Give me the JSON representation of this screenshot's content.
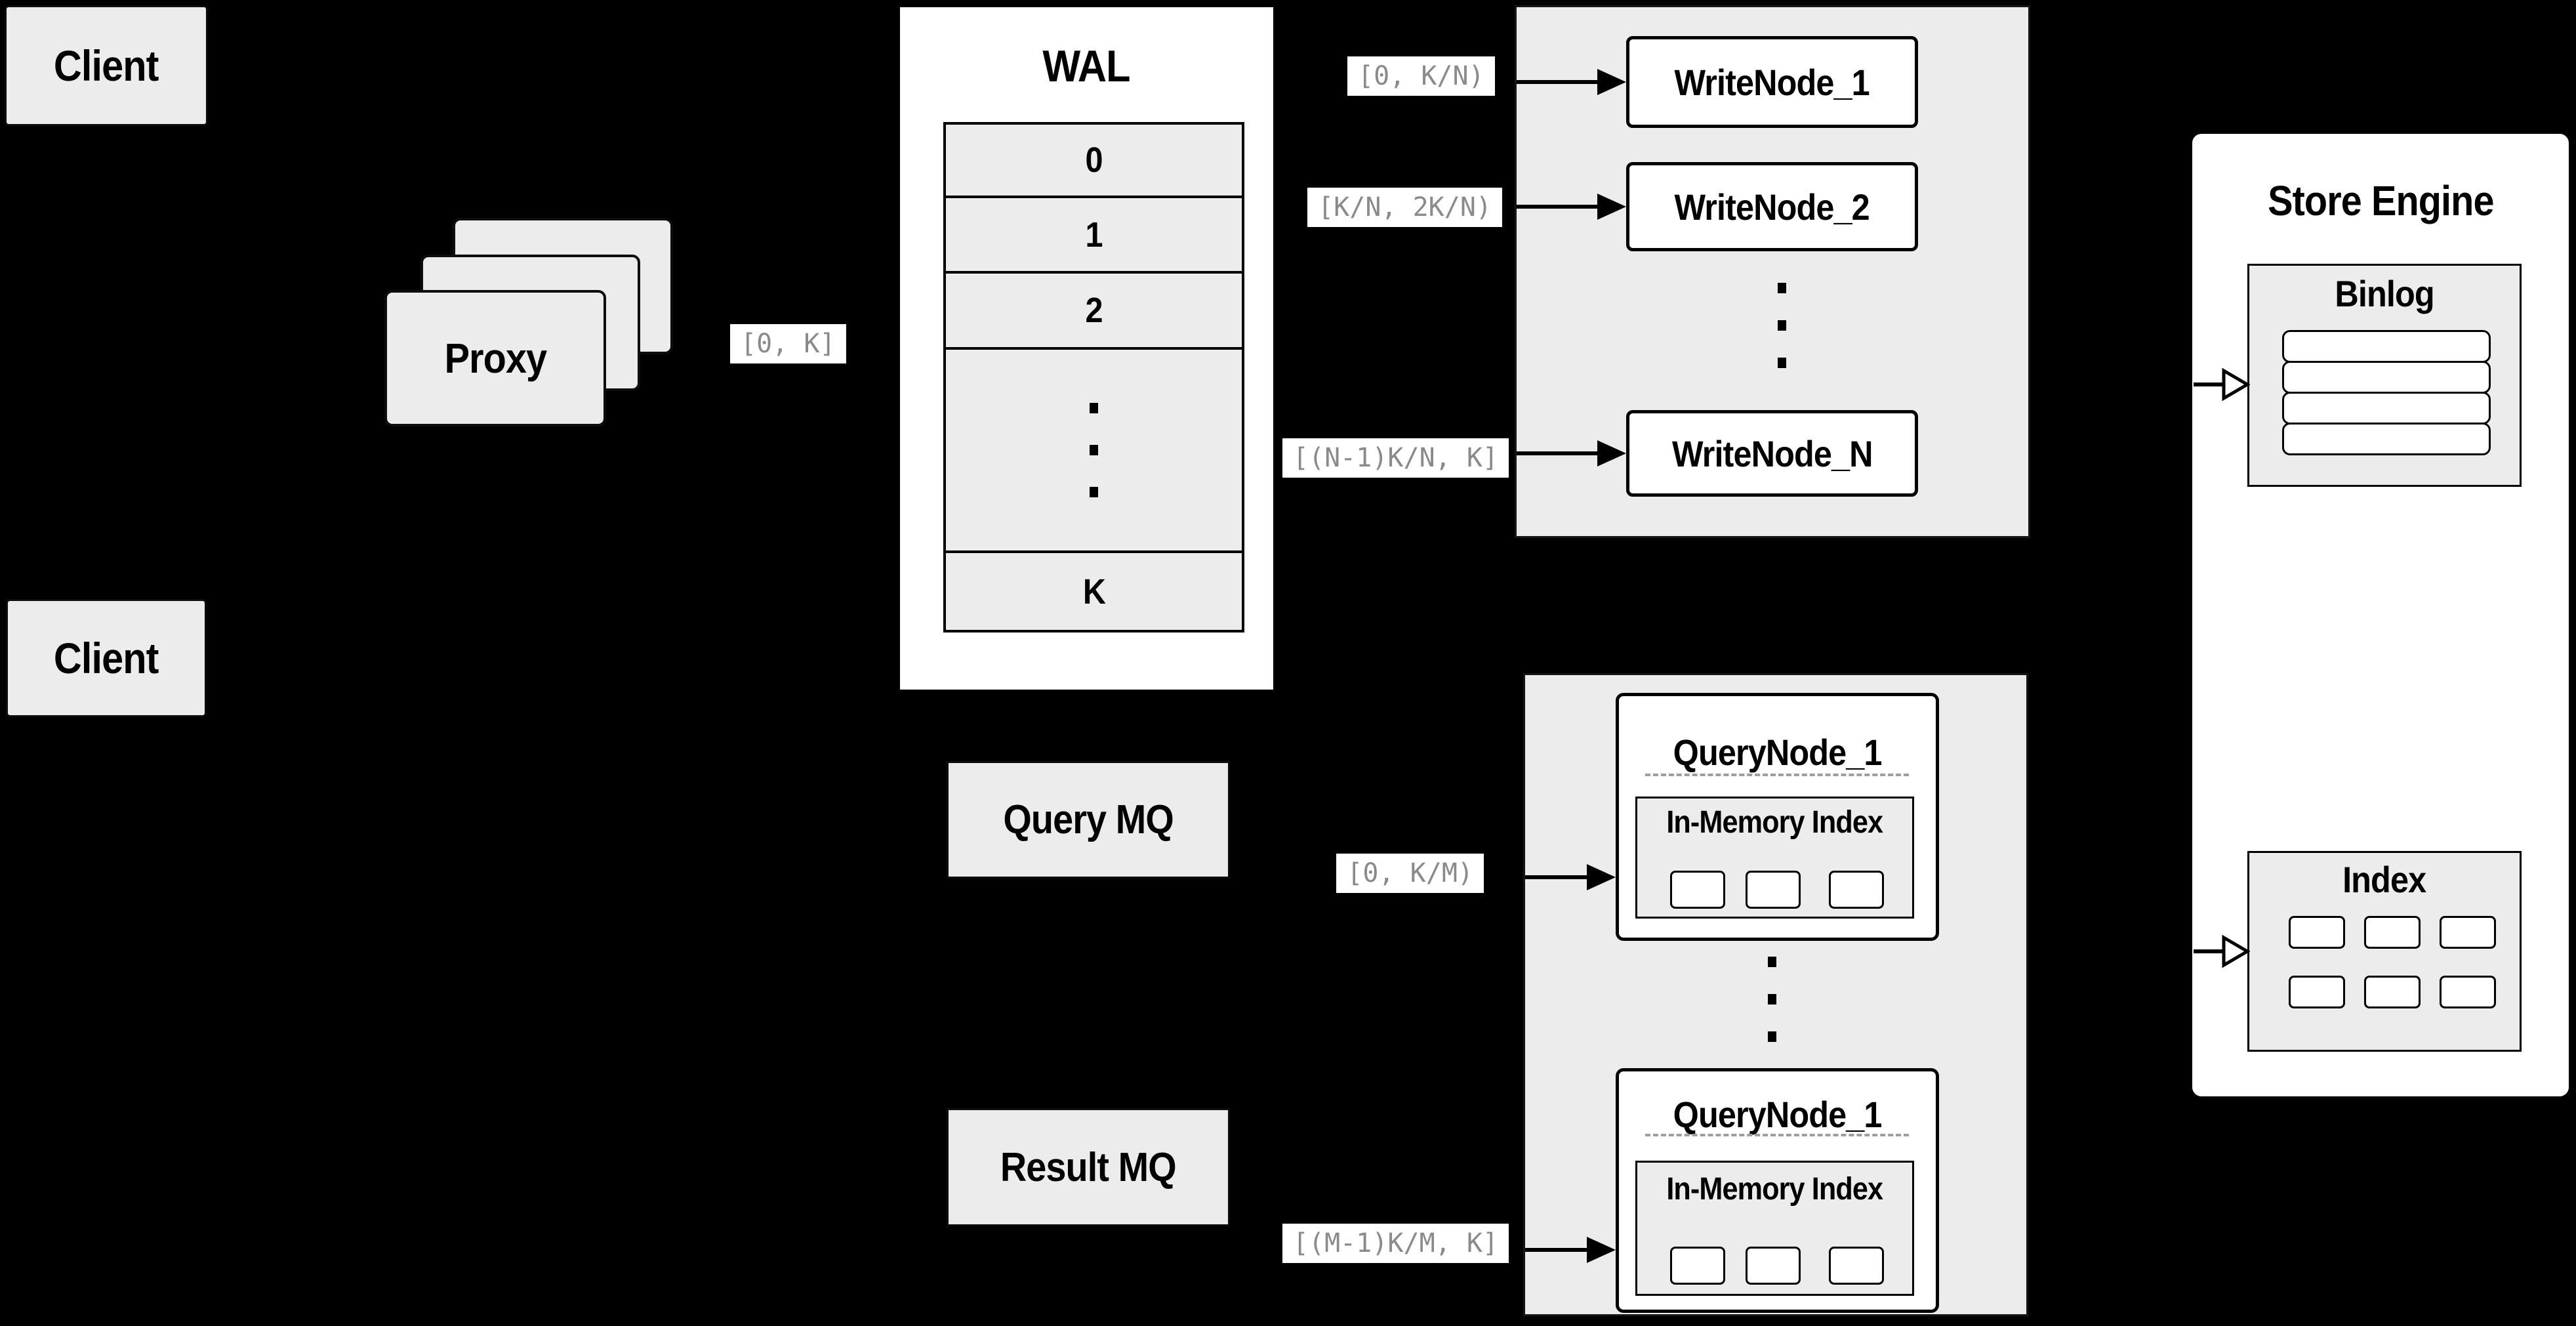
{
  "colors": {
    "background": "#000000",
    "panel_gray": "#ececec",
    "box_white": "#ffffff",
    "line_black": "#000000",
    "range_text_gray": "#8a8a8a",
    "dash_gray": "#9e9e9e"
  },
  "clients": {
    "top_label": "Client",
    "bottom_label": "Client"
  },
  "proxy": {
    "label": "Proxy",
    "range_to_wal": "[0, K]"
  },
  "wal": {
    "title": "WAL",
    "segments": [
      "0",
      "1",
      "2"
    ],
    "last_segment": "K"
  },
  "write_panel": {
    "nodes": [
      "WriteNode_1",
      "WriteNode_2",
      "WriteNode_N"
    ],
    "ranges": [
      "[0, K/N)",
      "[K/N, 2K/N)",
      "[(N-1)K/N, K]"
    ]
  },
  "store_engine": {
    "title": "Store Engine",
    "binlog": {
      "title": "Binlog"
    },
    "index": {
      "title": "Index"
    }
  },
  "query_panel": {
    "nodes": [
      {
        "title": "QueryNode_1",
        "subtitle": "In-Memory Index"
      },
      {
        "title": "QueryNode_1",
        "subtitle": "In-Memory Index"
      }
    ],
    "ranges": [
      "[0, K/M)",
      "[(M-1)K/M, K]"
    ]
  },
  "mq": {
    "query_label": "Query MQ",
    "result_label": "Result MQ"
  }
}
